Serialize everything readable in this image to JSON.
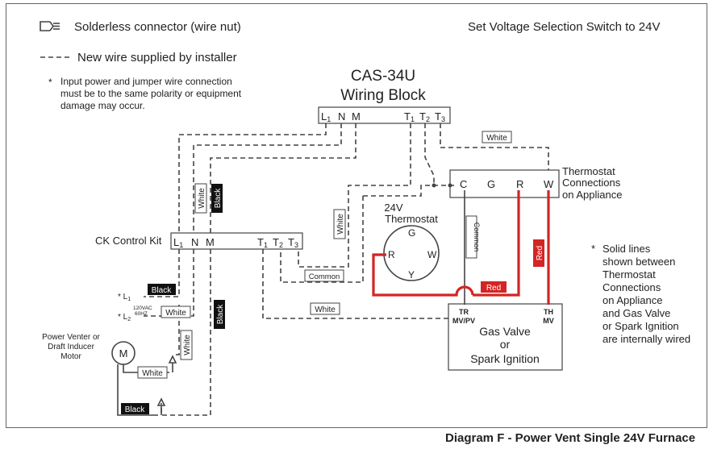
{
  "legend": {
    "connector_label": "Solderless connector (wire nut)",
    "new_wire_label": "New wire supplied by installer",
    "warning_note": [
      "Input power and jumper wire connection",
      "must be to the same polarity or equipment",
      "damage may occur."
    ],
    "voltage_note": "Set Voltage Selection Switch to 24V"
  },
  "wiring_block": {
    "title_line1": "CAS-34U",
    "title_line2": "Wiring Block",
    "terminals": [
      "L",
      "1",
      "N",
      "M",
      "T",
      "1",
      "T",
      "2",
      "T",
      "3"
    ]
  },
  "ck_control_kit": {
    "label": "CK Control Kit",
    "terminals": [
      "L",
      "1",
      "N",
      "M",
      "T",
      "1",
      "T",
      "2",
      "T",
      "3"
    ]
  },
  "thermostat_connections": {
    "label_line1": "Thermostat",
    "label_line2": "Connections",
    "label_line3": "on Appliance",
    "terminals": [
      "C",
      "G",
      "R",
      "W"
    ]
  },
  "thermostat_24v": {
    "label_line1": "24V",
    "label_line2": "Thermostat",
    "terminals": [
      "G",
      "R",
      "W",
      "Y"
    ]
  },
  "gas_valve": {
    "tr_line1": "TR",
    "tr_line2": "MV/PV",
    "th_line1": "TH",
    "th_line2": "MV",
    "label_line1": "Gas Valve",
    "label_line2": "or",
    "label_line3": "Spark Ignition"
  },
  "power_input": {
    "l1": "L",
    "l1_sub": "1",
    "l2": "L",
    "l2_sub": "2",
    "spec_line1": "120VAC",
    "spec_line2": "60HZ"
  },
  "motor": {
    "label_line1": "Power Venter or",
    "label_line2": "Draft Inducer",
    "label_line3": "Motor",
    "symbol": "M"
  },
  "wire_labels": {
    "white": "White",
    "black": "Black",
    "red": "Red",
    "common": "Common"
  },
  "solid_lines_note": [
    "Solid lines",
    "shown between",
    "Thermostat",
    "Connections",
    "on Appliance",
    "and Gas Valve",
    "or Spark Ignition",
    "are internally wired"
  ],
  "caption": "Diagram F - Power Vent Single 24V Furnace",
  "colors": {
    "red_wire": "#d42424",
    "line": "#444444",
    "black_label": "#111111"
  }
}
